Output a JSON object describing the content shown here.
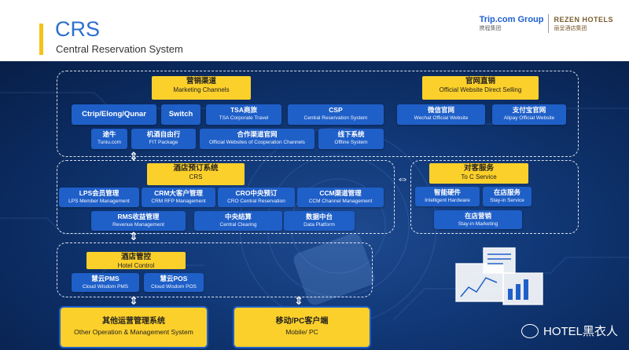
{
  "header": {
    "title": "CRS",
    "subtitle": "Central Reservation System",
    "logo_trip": "Trip.com Group",
    "logo_trip_sub": "携程集团",
    "logo_rezen": "REZEN HOTELS",
    "logo_rezen_sub": "丽呈酒店集团"
  },
  "marketing": {
    "header_cn": "营销渠道",
    "header_en": "Marketing Channels",
    "ctrip": "Ctrip/Elong/Qunar",
    "switch": "Switch",
    "tsa_cn": "TSA商旅",
    "tsa_en": "TSA Corporate Travel",
    "csp_cn": "CSP",
    "csp_en": "Central Reservation System",
    "tuniu_cn": "途牛",
    "tuniu_en": "Tuniu.com",
    "fit_cn": "机酒自由行",
    "fit_en": "FIT Package",
    "coop_cn": "合作渠道官网",
    "coop_en": "Official Websites of Cooperation Channels",
    "offline_cn": "线下系统",
    "offline_en": "Offline System"
  },
  "official": {
    "header_cn": "官网直销",
    "header_en": "Official Website Direct Selling",
    "wechat_cn": "微信官网",
    "wechat_en": "Wechat Official Website",
    "alipay_cn": "支付宝官网",
    "alipay_en": "Alipay Official Website"
  },
  "booking": {
    "header_cn": "酒店预订系统",
    "header_en": "CRS",
    "lps_cn": "LPS会员管理",
    "lps_en": "LPS Member Management",
    "crm_cn": "CRM大客户管理",
    "crm_en": "CRM RFP Management",
    "cro_cn": "CRO中央预订",
    "cro_en": "CRO Central Reservation",
    "ccm_cn": "CCM渠道管理",
    "ccm_en": "CCM Channel Management",
    "rms_cn": "RMS收益管理",
    "rms_en": "Revenue Management",
    "clearing_cn": "中央结算",
    "clearing_en": "Central Clearing",
    "data_cn": "数据中台",
    "data_en": "Data Platform"
  },
  "toc": {
    "header_cn": "对客服务",
    "header_en": "To C Service",
    "hardware_cn": "智能硬件",
    "hardware_en": "Intelligent Hardware",
    "stayin_cn": "在店服务",
    "stayin_en": "Stay-in Service",
    "marketing_cn": "在店营销",
    "marketing_en": "Stay-in Marketing"
  },
  "hotel": {
    "header_cn": "酒店管控",
    "header_en": "Hotel Control",
    "pms_cn": "慧云PMS",
    "pms_en": "Cloud Wisdom PMS",
    "pos_cn": "慧云POS",
    "pos_en": "Cloud Wisdom POS"
  },
  "bottom": {
    "other_cn": "其他运营管理系统",
    "other_en": "Other Operation & Management System",
    "mobile_cn": "移动/PC客户端",
    "mobile_en": "Mobile/ PC"
  },
  "watermark": "HOTEL黑衣人",
  "colors": {
    "accent": "#fcd02a",
    "box": "#1f5fc8",
    "background": "#0b2a5e",
    "title": "#2c6fd0"
  }
}
